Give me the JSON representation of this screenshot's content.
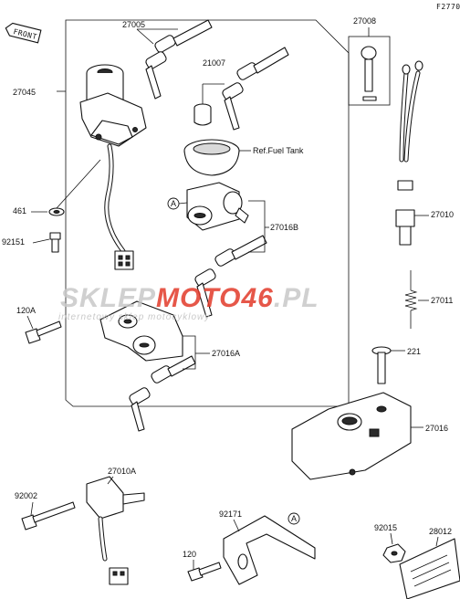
{
  "diagram_code": "F2770",
  "watermark": {
    "brand_part1": "SKLEP",
    "brand_part2": "MOTO",
    "brand_number": "46",
    "brand_suffix": ".PL",
    "tagline": "internetowy sklep motocyklowy"
  },
  "front_tag": "FRONT",
  "note_fuel_tank": "Ref.Fuel Tank",
  "view_marker": "A",
  "parts": [
    "27005",
    "27045",
    "21007",
    "27008",
    "27010",
    "461",
    "92151",
    "27016B",
    "27011",
    "120A",
    "27016A",
    "221",
    "27016",
    "92002",
    "27010A",
    "92171",
    "120",
    "92015",
    "28012"
  ],
  "colors": {
    "line": "#111111",
    "watermark_grey": "#c8c8c8",
    "watermark_red": "#e23a2a"
  }
}
